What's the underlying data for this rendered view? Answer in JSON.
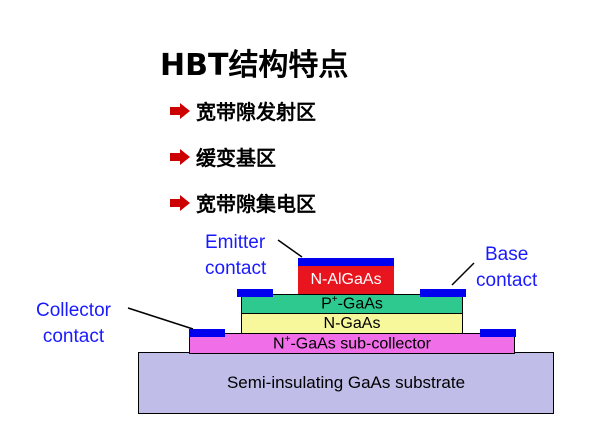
{
  "title": "HBT结构特点",
  "bullets": [
    "宽带隙发射区",
    "缓变基区",
    "宽带隙集电区"
  ],
  "colors": {
    "bullet_arrow": "#cc0000",
    "label_text": "#1a1aff",
    "contact_metal": "#0000ee",
    "substrate": "#c0bde8",
    "sub_collector": "#f06ee8",
    "collector": "#f7f79c",
    "base": "#2ec98f",
    "emitter": "#e8141e"
  },
  "layers": {
    "substrate": "Semi-insulating GaAs substrate",
    "sub_collector": {
      "prefix": "N",
      "sup": "+",
      "suffix": "-GaAs sub-collector"
    },
    "collector": "N-GaAs",
    "base": {
      "prefix": "P",
      "sup": "+",
      "suffix": "-GaAs"
    },
    "emitter": "N-AlGaAs"
  },
  "labels": {
    "emitter_contact": [
      "Emitter",
      "contact"
    ],
    "base_contact": [
      "Base",
      "contact"
    ],
    "collector_contact": [
      "Collector",
      "contact"
    ]
  }
}
